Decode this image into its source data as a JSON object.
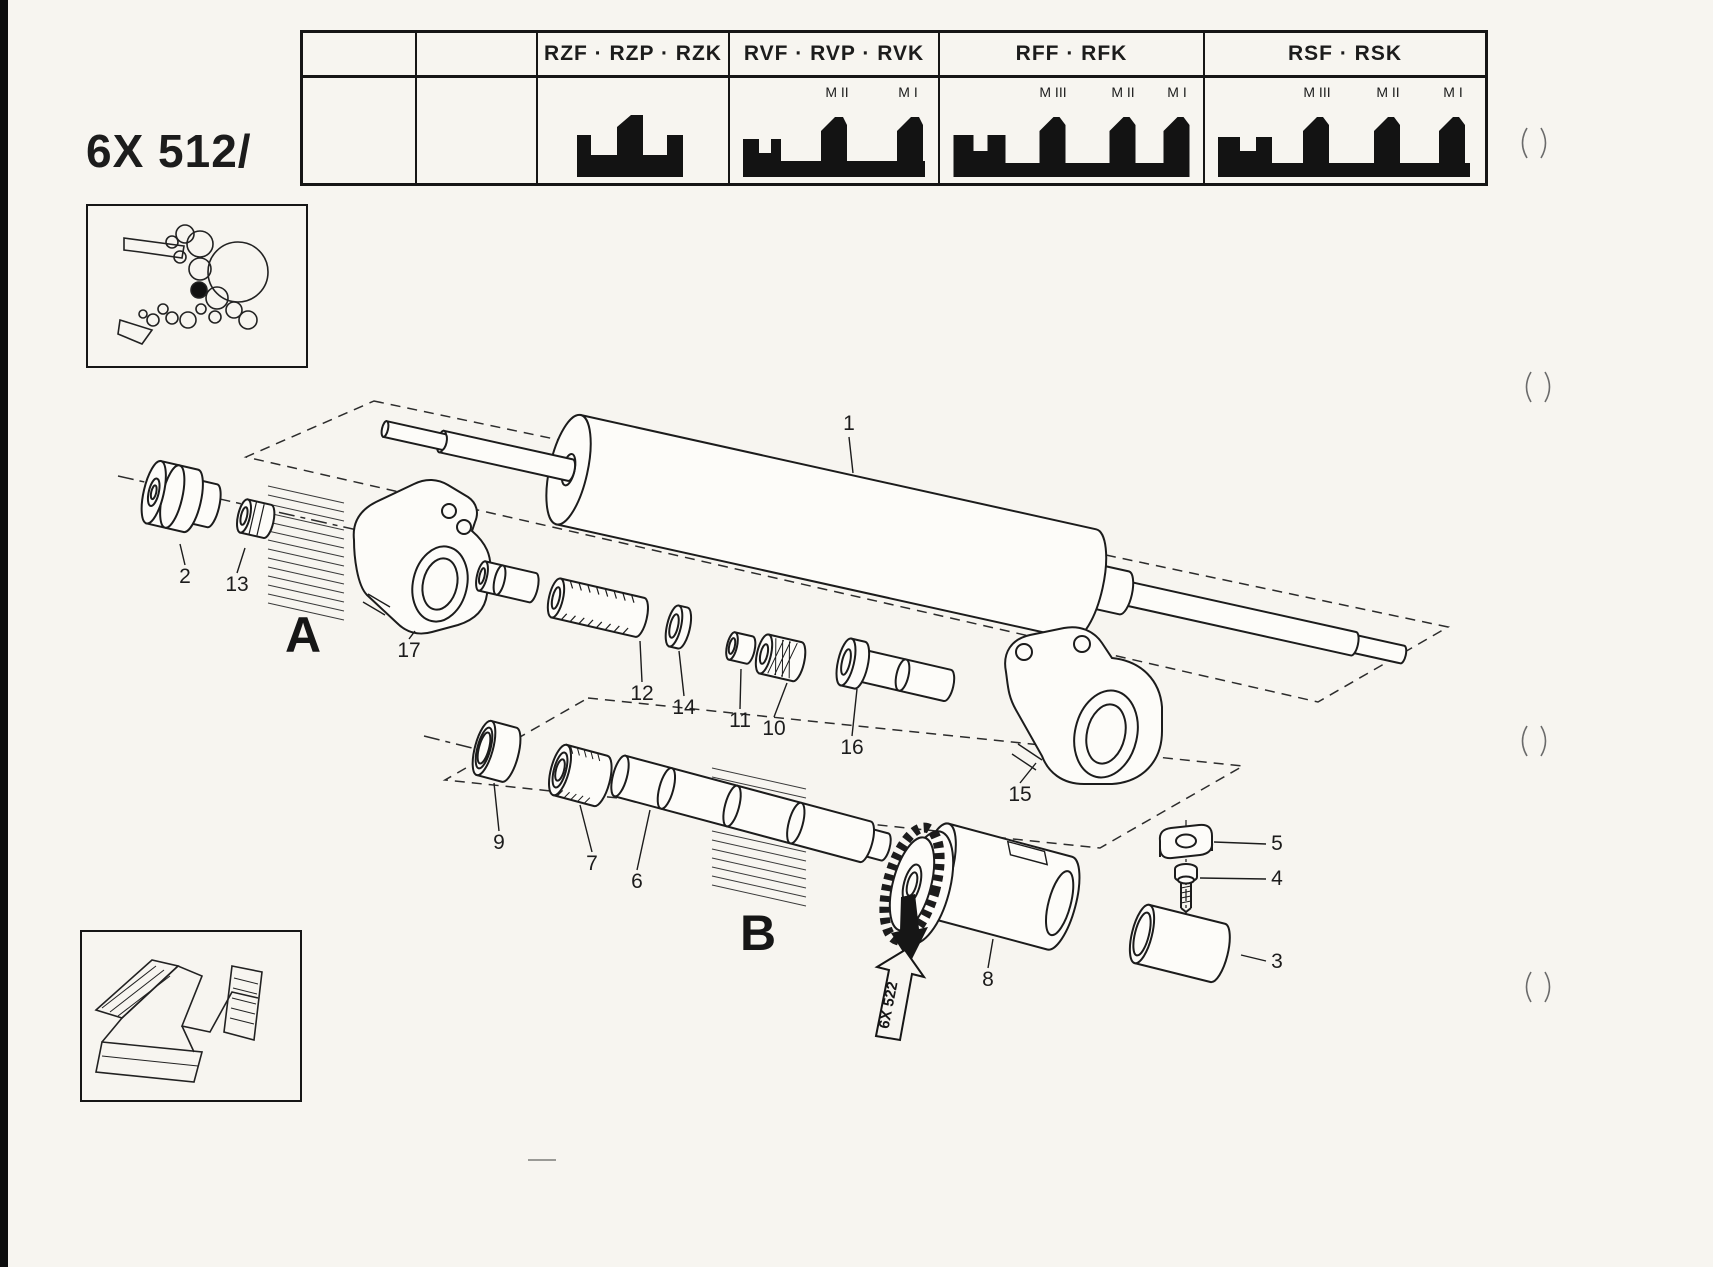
{
  "page": {
    "title": "6X 512/"
  },
  "header_table": {
    "columns": [
      {
        "label": "",
        "marks": []
      },
      {
        "label": "",
        "marks": []
      },
      {
        "label": "RZF · RZP · RZK",
        "marks": []
      },
      {
        "label": "RVF · RVP · RVK",
        "marks": [
          "M II",
          "M I"
        ]
      },
      {
        "label": "RFF · RFK",
        "marks": [
          "M III",
          "M II",
          "M I"
        ]
      },
      {
        "label": "RSF · RSK",
        "marks": [
          "M III",
          "M II",
          "M I"
        ]
      }
    ]
  },
  "diagram": {
    "section_labels": [
      {
        "text": "A"
      },
      {
        "text": "B"
      }
    ],
    "arrow_label": "6X 522",
    "part_labels": [
      {
        "num": "1"
      },
      {
        "num": "2"
      },
      {
        "num": "3"
      },
      {
        "num": "4"
      },
      {
        "num": "5"
      },
      {
        "num": "6"
      },
      {
        "num": "7"
      },
      {
        "num": "8"
      },
      {
        "num": "9"
      },
      {
        "num": "10"
      },
      {
        "num": "11"
      },
      {
        "num": "12"
      },
      {
        "num": "13"
      },
      {
        "num": "14"
      },
      {
        "num": "15"
      },
      {
        "num": "16"
      },
      {
        "num": "17"
      }
    ]
  }
}
